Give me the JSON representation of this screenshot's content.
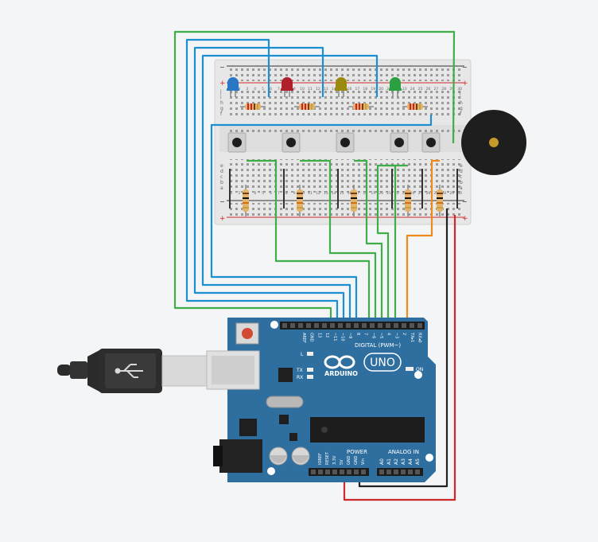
{
  "colors": {
    "background": "#f3f5f7",
    "board": "#2f6f9f",
    "board_dark": "#25577e",
    "breadboard": "#e8e8e8",
    "rail_red": "#d0292c",
    "rail_black": "#333333",
    "wire_green": "#3fae49",
    "wire_blue": "#1c8fd0",
    "wire_orange": "#ee8a19",
    "wire_red": "#d0292c",
    "wire_black": "#222222",
    "led_blue": "#2a78c5",
    "led_red": "#b0202a",
    "led_yellow": "#9a8a10",
    "led_green": "#2aa040",
    "buzzer": "#1e1e1e"
  },
  "board": {
    "brand": "ARDUINO",
    "model": "UNO",
    "digital_label": "DIGITAL (PWM~)",
    "power_label": "POWER",
    "analog_label": "ANALOG IN",
    "on_label": "ON",
    "led_l": "L",
    "led_tx": "TX",
    "led_rx": "RX",
    "top_header_pins": [
      "AREF",
      "GND",
      "13",
      "12",
      "~11",
      "~10",
      "~9",
      "8",
      "7",
      "~6",
      "~5",
      "4",
      "~3",
      "2",
      "TX▸1",
      "RX◂0"
    ],
    "power_pins": [
      "IOREF",
      "RESET",
      "3.3V",
      "5V",
      "GND",
      "GND",
      "Vin"
    ],
    "analog_pins": [
      "A0",
      "A1",
      "A2",
      "A3",
      "A4",
      "A5"
    ]
  },
  "breadboard": {
    "row_letters": [
      "a",
      "b",
      "c",
      "d",
      "e",
      "f",
      "g",
      "h",
      "i",
      "j"
    ],
    "column_numbers": [
      "1",
      "2",
      "3",
      "4",
      "5",
      "6",
      "7",
      "8",
      "9",
      "10",
      "11",
      "12",
      "13",
      "14",
      "15",
      "16",
      "17",
      "18",
      "19",
      "20",
      "21",
      "22",
      "23",
      "24",
      "25",
      "26",
      "27",
      "28",
      "29",
      "30"
    ],
    "plus": "+",
    "minus": "−"
  },
  "components": {
    "leds": [
      {
        "name": "led-blue",
        "color": "#2a78c5"
      },
      {
        "name": "led-red",
        "color": "#b0202a"
      },
      {
        "name": "led-yellow",
        "color": "#9a8a10"
      },
      {
        "name": "led-green",
        "color": "#2aa040"
      }
    ],
    "buttons": [
      "button-1",
      "button-2",
      "button-3",
      "button-4",
      "button-5"
    ],
    "buzzer": "piezo-buzzer"
  }
}
